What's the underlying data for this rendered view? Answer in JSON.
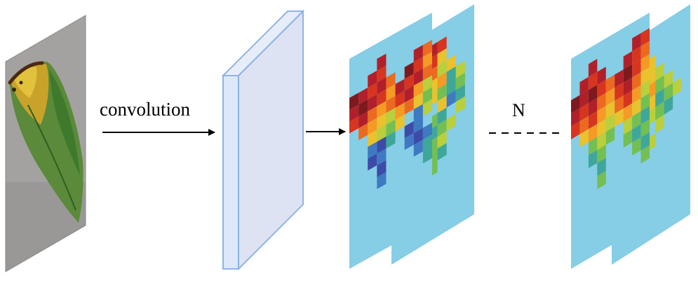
{
  "labels": {
    "convolution": "convolution",
    "n": "N"
  },
  "colors": {
    "background": "#ffffff",
    "feature_map_base": "#86cde6",
    "kernel_face": "#dde3f3",
    "kernel_side": "#c9d8f4",
    "kernel_edge": "#8fb2e6",
    "arrow": "#000000",
    "heat_palette": [
      "#7e1a1e",
      "#b1202a",
      "#d7351f",
      "#ec6a1f",
      "#f59a24",
      "#e9c22e",
      "#b9cf3c",
      "#74bf52",
      "#3fa79a",
      "#3f79c2",
      "#3d4ba8"
    ]
  },
  "icons": {
    "input_image": "leaf-photo",
    "kernel": "convolution-kernel-slab",
    "feature_maps": "heatmap-feature-map-stack",
    "ellipsis": "dashed-line"
  }
}
